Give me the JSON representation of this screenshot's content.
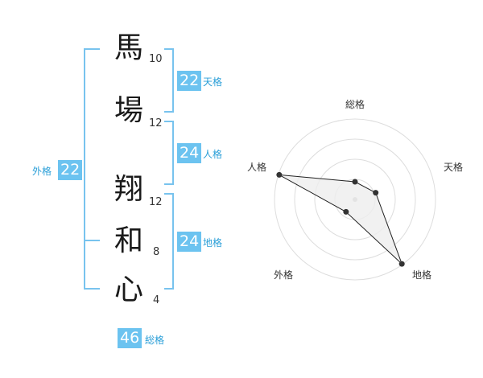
{
  "name_chars": [
    {
      "char": "馬",
      "strokes": "10"
    },
    {
      "char": "場",
      "strokes": "12"
    },
    {
      "char": "翔",
      "strokes": "12"
    },
    {
      "char": "和",
      "strokes": "8"
    },
    {
      "char": "心",
      "strokes": "4"
    }
  ],
  "fortunes": {
    "tenkaku": {
      "value": "22",
      "label": "天格"
    },
    "jinkaku": {
      "value": "24",
      "label": "人格"
    },
    "chikaku": {
      "value": "24",
      "label": "地格"
    },
    "gaikaku": {
      "value": "22",
      "label": "外格"
    },
    "soukaku": {
      "value": "46",
      "label": "総格"
    }
  },
  "radar": {
    "axes": [
      "総格",
      "天格",
      "地格",
      "外格",
      "人格"
    ],
    "values": [
      0.22,
      0.27,
      0.99,
      0.19,
      0.99
    ],
    "colors": {
      "ring": "#dddddd",
      "fill": "#eeeeee",
      "line": "#222222",
      "point": "#333333"
    }
  },
  "colors": {
    "accent": "#6cc3f0",
    "bracket": "#78c3ee"
  }
}
